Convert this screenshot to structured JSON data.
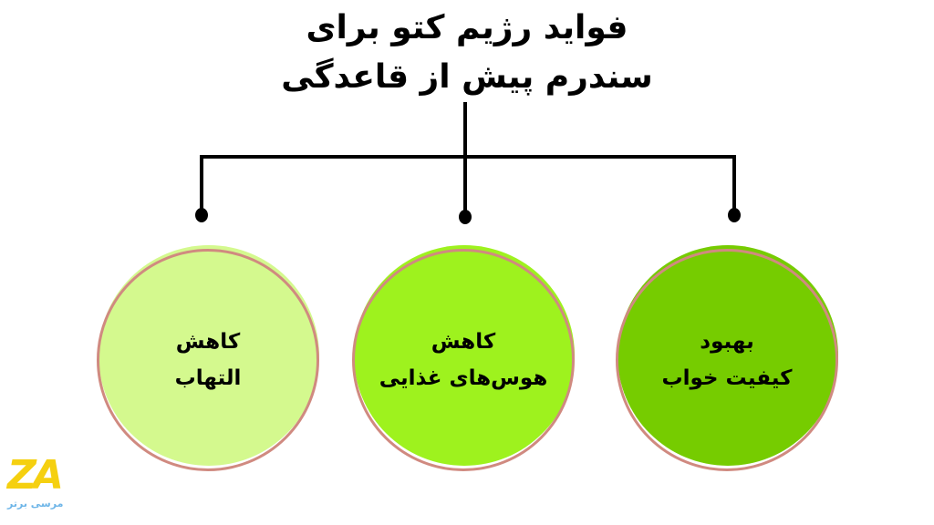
{
  "title": {
    "line1": "فواید رژیم کتو برای",
    "line2": "سندرم پیش از قاعدگی"
  },
  "nodes": [
    {
      "line1": "کاهش",
      "line2": "التهاب",
      "color": "#d4f98e"
    },
    {
      "line1": "کاهش",
      "line2": "هوس‌های غذایی",
      "color": "#9ef21e"
    },
    {
      "line1": "بهبود",
      "line2": "کیفیت خواب",
      "color": "#76cc00"
    }
  ],
  "colors": {
    "ring": "#d08a80",
    "connector": "#000000"
  },
  "logo": {
    "mark": "ZA",
    "subtitle": "مرسی برتر",
    "mark_color": "#f5d010",
    "subtitle_color": "#6fb6e8"
  }
}
